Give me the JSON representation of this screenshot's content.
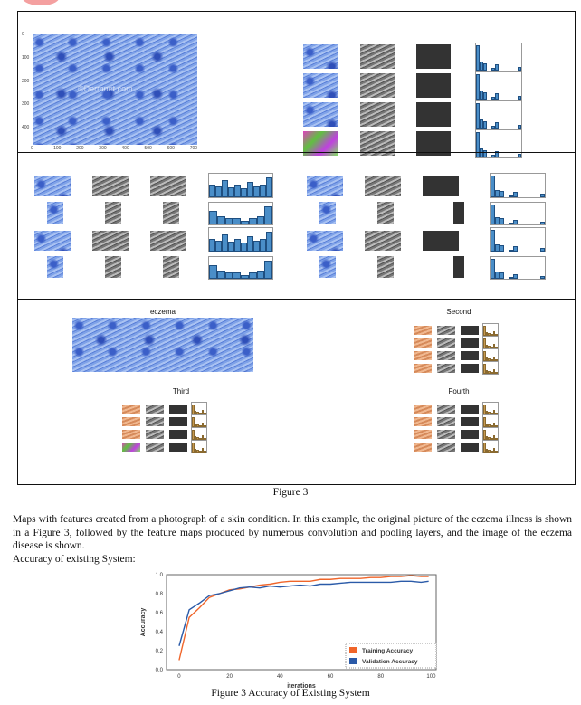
{
  "figure": {
    "caption": "Figure 3",
    "main_photo_watermark": "©Dermnet.com",
    "main_photo_y_ticks": [
      "0",
      "100",
      "200",
      "300",
      "400"
    ],
    "main_photo_x_ticks": [
      "0",
      "100",
      "200",
      "300",
      "400",
      "500",
      "600",
      "700"
    ],
    "panel_titles": {
      "eczema": "eczema",
      "second": "Second",
      "third": "Third",
      "fourth": "Fourth"
    }
  },
  "paragraph": "Maps with features created from a photograph of a skin condition. In this example, the original picture of the eczema illness is shown in a Figure 3, followed by the feature maps produced by numerous convolution and pooling layers, and the image of the eczema disease is shown.",
  "subheading": "Accuracy of existing System:",
  "chart_caption": "Figure 3 Accuracy of Existing System",
  "chart_data": {
    "type": "line",
    "title": "",
    "xlabel": "iterations",
    "ylabel": "Accuracy",
    "xlim": [
      -5,
      102
    ],
    "ylim": [
      0,
      1.0
    ],
    "x_ticks": [
      "0",
      "20",
      "40",
      "60",
      "80",
      "100"
    ],
    "y_ticks": [
      "0.0",
      "0.2",
      "0.4",
      "0.6",
      "0.8",
      "1.0"
    ],
    "legend_position": "bottom-right",
    "x": [
      0,
      4,
      8,
      12,
      16,
      20,
      24,
      28,
      32,
      36,
      40,
      44,
      48,
      52,
      56,
      60,
      64,
      68,
      72,
      76,
      80,
      84,
      88,
      92,
      96,
      99
    ],
    "series": [
      {
        "name": "Training Accuracy",
        "color": "#f0652a",
        "values": [
          0.1,
          0.55,
          0.65,
          0.76,
          0.8,
          0.84,
          0.85,
          0.87,
          0.89,
          0.9,
          0.92,
          0.93,
          0.93,
          0.93,
          0.95,
          0.95,
          0.96,
          0.96,
          0.96,
          0.97,
          0.97,
          0.98,
          0.98,
          0.99,
          0.98,
          0.98
        ]
      },
      {
        "name": "Validation Accuracy",
        "color": "#2a5aa8",
        "values": [
          0.25,
          0.63,
          0.7,
          0.78,
          0.8,
          0.83,
          0.86,
          0.87,
          0.86,
          0.88,
          0.87,
          0.88,
          0.89,
          0.88,
          0.9,
          0.9,
          0.91,
          0.92,
          0.92,
          0.92,
          0.92,
          0.92,
          0.93,
          0.93,
          0.92,
          0.93
        ]
      }
    ]
  }
}
